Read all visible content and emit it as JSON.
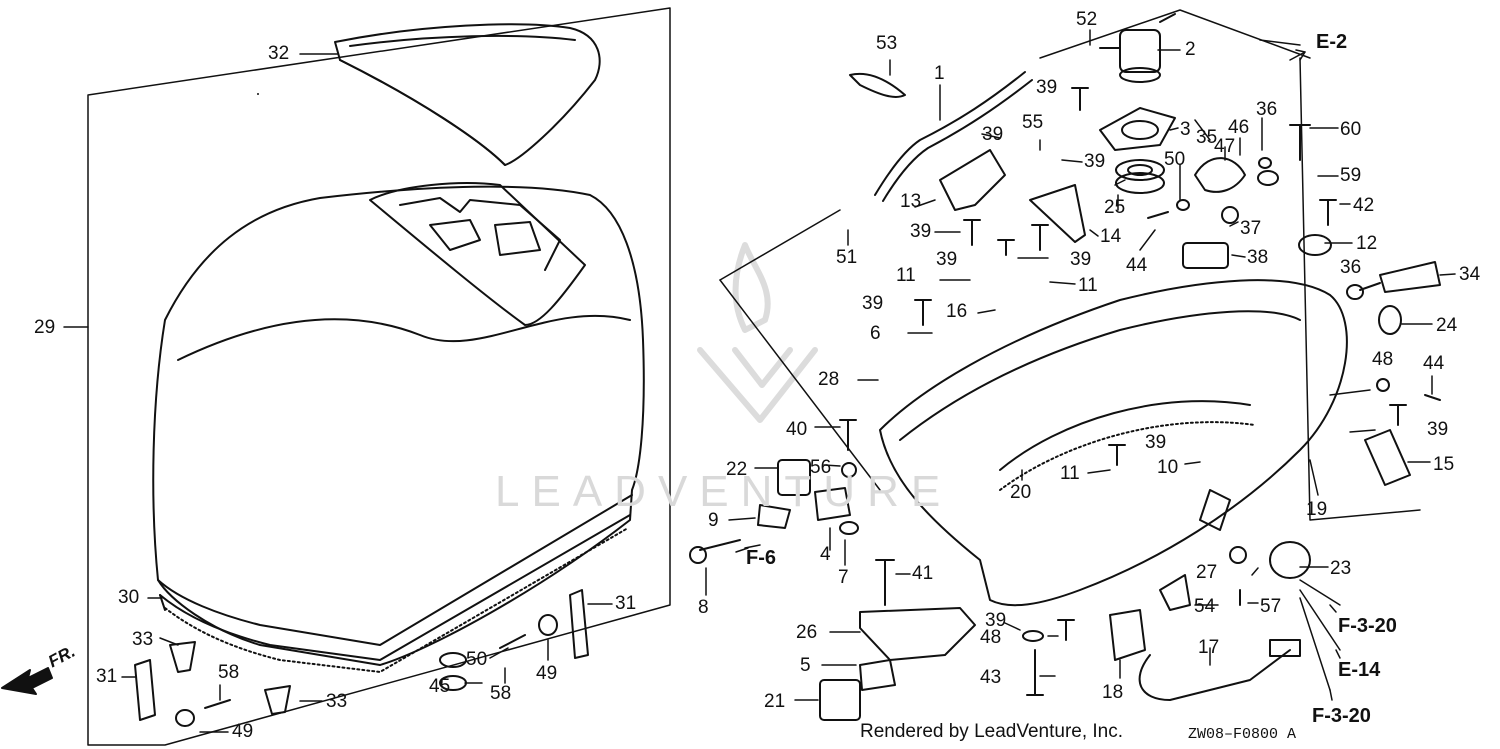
{
  "labels": {
    "p1": "1",
    "p2": "2",
    "p3": "3",
    "p4": "4",
    "p5": "5",
    "p6": "6",
    "p7": "7",
    "p8": "8",
    "p9": "9",
    "p10": "10",
    "p11a": "11",
    "p11b": "11",
    "p11c": "11",
    "p12": "12",
    "p13": "13",
    "p14": "14",
    "p15": "15",
    "p16": "16",
    "p17": "17",
    "p18": "18",
    "p19": "19",
    "p20": "20",
    "p21": "21",
    "p22": "22",
    "p23": "23",
    "p24": "24",
    "p25": "25",
    "p26": "26",
    "p27": "27",
    "p28": "28",
    "p29": "29",
    "p30": "30",
    "p31a": "31",
    "p31b": "31",
    "p32": "32",
    "p33a": "33",
    "p33b": "33",
    "p34": "34",
    "p35": "35",
    "p36a": "36",
    "p36b": "36",
    "p37": "37",
    "p38": "38",
    "p39a": "39",
    "p39b": "39",
    "p39c": "39",
    "p39d": "39",
    "p39e": "39",
    "p39f": "39",
    "p39g": "39",
    "p39h": "39",
    "p39i": "39",
    "p39j": "39",
    "p40": "40",
    "p41": "41",
    "p42": "42",
    "p43": "43",
    "p44a": "44",
    "p44b": "44",
    "p45": "45",
    "p46": "46",
    "p47": "47",
    "p48a": "48",
    "p48b": "48",
    "p49a": "49",
    "p49b": "49",
    "p50a": "50",
    "p50b": "50",
    "p51": "51",
    "p52": "52",
    "p53": "53",
    "p54": "54",
    "p55": "55",
    "p56": "56",
    "p57": "57",
    "p58a": "58",
    "p58b": "58",
    "p59": "59",
    "p60": "60"
  },
  "refs": {
    "e2": "E-2",
    "f6": "F-6",
    "f320a": "F-3-20",
    "e14": "E-14",
    "f320b": "F-3-20"
  },
  "direction_label": "FR.",
  "footer": "Rendered by LeadVenture, Inc.",
  "diagram_code": "ZW08–F0800 A",
  "watermark": "LEADVENTURE",
  "colors": {
    "line": "#111111",
    "watermark": "#d9d9d9",
    "background": "#ffffff"
  }
}
